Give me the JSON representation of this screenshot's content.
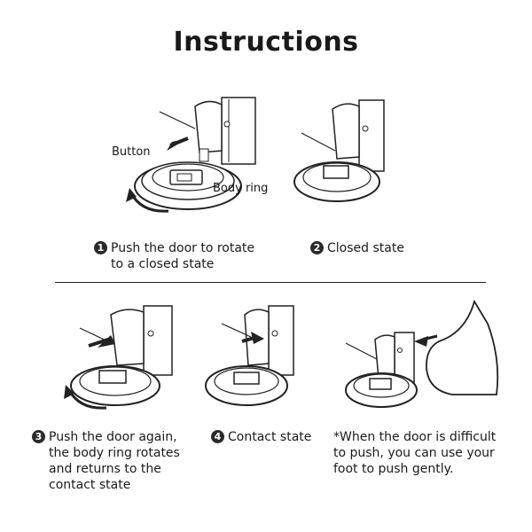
{
  "title": "Instructions",
  "labels": {
    "button": "Button",
    "body_ring": "Body ring"
  },
  "steps": [
    {
      "number": "1",
      "text": "Push the door to rotate\nto a closed state"
    },
    {
      "number": "2",
      "text": "Closed state"
    },
    {
      "number": "3",
      "text": "Push the door again,\nthe body ring rotates\nand returns to the\ncontact state"
    },
    {
      "number": "4",
      "text": "Contact state"
    }
  ],
  "note": "*When the door is difficult\n to push, you can use your\n foot to push gently."
}
